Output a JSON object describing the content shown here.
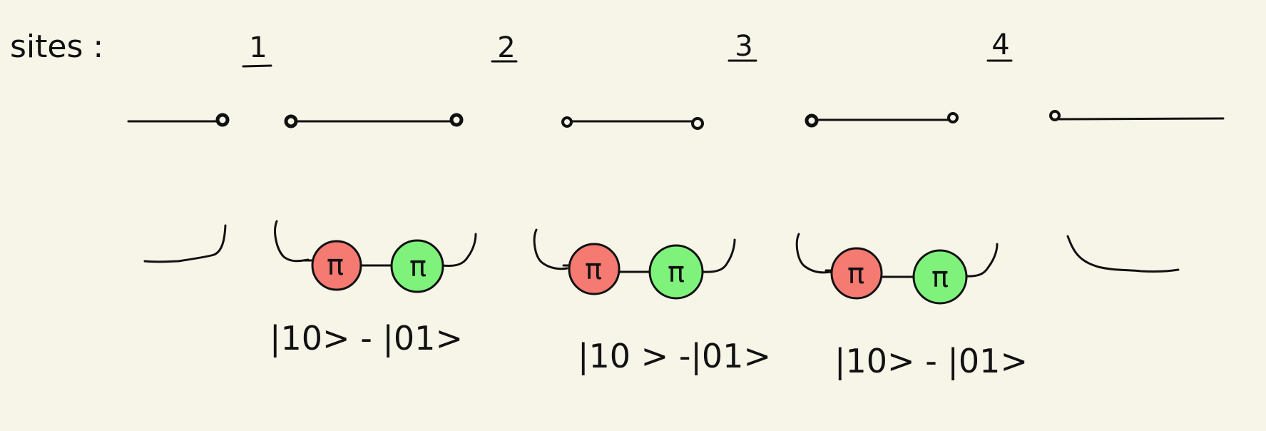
{
  "header": {
    "label": "sites :"
  },
  "sites": [
    {
      "number": "1"
    },
    {
      "number": "2"
    },
    {
      "number": "3"
    },
    {
      "number": "4"
    }
  ],
  "dimers": [
    {
      "left_label": "π",
      "right_label": "π",
      "state": "|10> - |01>"
    },
    {
      "left_label": "π",
      "right_label": "π",
      "state": "|10 > -|01>"
    },
    {
      "left_label": "π",
      "right_label": "π",
      "state": "|10> - |01>"
    }
  ],
  "colors": {
    "background": "#f7f4e8",
    "ink": "#111111",
    "red_node": "#f47a72",
    "green_node": "#7ef27a"
  }
}
